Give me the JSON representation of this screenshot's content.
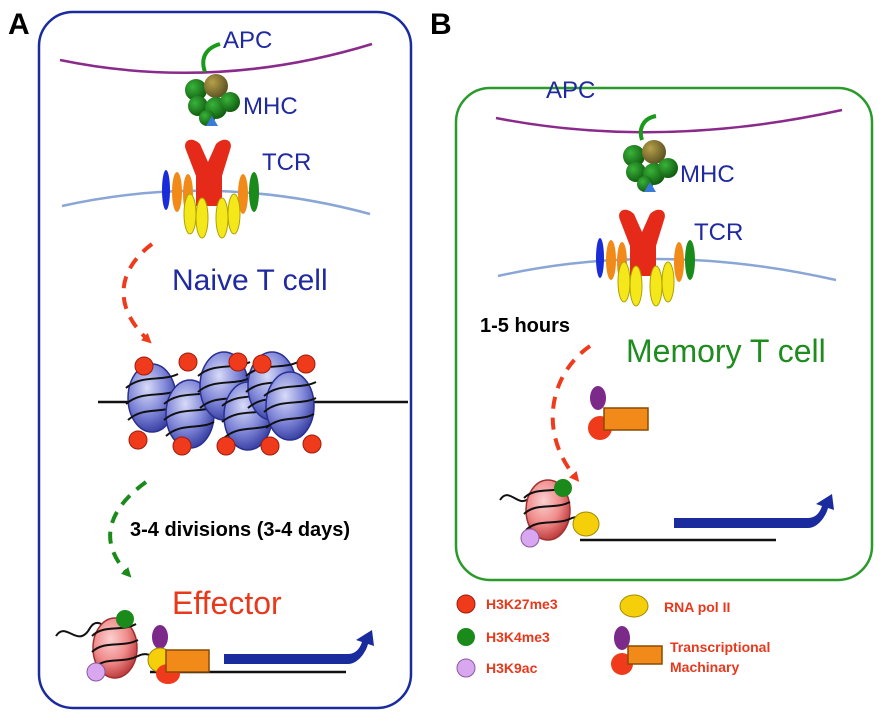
{
  "panels": {
    "a": {
      "letter": "A",
      "apc": "APC",
      "mhc": "MHC",
      "tcr": "TCR",
      "cell_label": "Naive T cell",
      "duration": "3-4 divisions (3-4 days)",
      "outcome": "Effector",
      "border_color": "#1a2b9e"
    },
    "b": {
      "letter": "B",
      "apc": "APC",
      "mhc": "MHC",
      "tcr": "TCR",
      "cell_label": "Memory T cell",
      "duration": "1-5 hours",
      "border_color": "#2a9a2a"
    }
  },
  "legend": {
    "h3k27me3": "H3K27me3",
    "h3k4me3": "H3K4me3",
    "h3k9ac": "H3K9ac",
    "rna_pol": "RNA pol II",
    "machinery_line1": "Transcriptional",
    "machinery_line2": "Machinary"
  },
  "colors": {
    "h3k27me3": "#f03a1c",
    "h3k4me3": "#1a8a1a",
    "h3k9ac": "#d9a6f0",
    "rna_pol": "#f7d40a",
    "machinery_purple": "#7b2a8a",
    "machinery_orange": "#f28a1a",
    "nucleosome": "#7f86d8",
    "arrow_blue": "#1a2b9e"
  }
}
